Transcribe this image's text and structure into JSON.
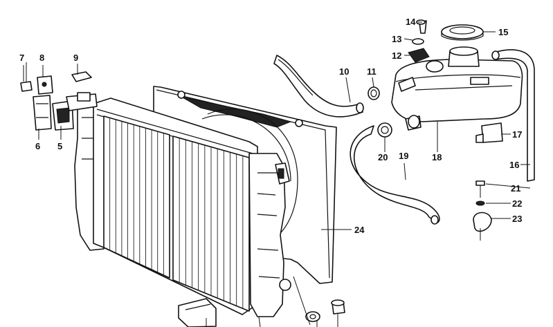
{
  "part_labels": [
    {
      "id": "p7",
      "text": "7"
    },
    {
      "id": "p8",
      "text": "8"
    },
    {
      "id": "p9",
      "text": "9"
    },
    {
      "id": "p6",
      "text": "6"
    },
    {
      "id": "p5",
      "text": "5"
    },
    {
      "id": "p10",
      "text": "10"
    },
    {
      "id": "p11",
      "text": "11"
    },
    {
      "id": "p14",
      "text": "14"
    },
    {
      "id": "p13",
      "text": "13"
    },
    {
      "id": "p12",
      "text": "12"
    },
    {
      "id": "p15",
      "text": "15"
    },
    {
      "id": "p17",
      "text": "17"
    },
    {
      "id": "p18",
      "text": "18"
    },
    {
      "id": "p19",
      "text": "19"
    },
    {
      "id": "p20",
      "text": "20"
    },
    {
      "id": "p16",
      "text": "16"
    },
    {
      "id": "p21",
      "text": "21"
    },
    {
      "id": "p22",
      "text": "22"
    },
    {
      "id": "p23",
      "text": "23"
    },
    {
      "id": "p24",
      "text": "24"
    }
  ],
  "colors": {
    "ink": "#111111",
    "background": "#ffffff"
  }
}
